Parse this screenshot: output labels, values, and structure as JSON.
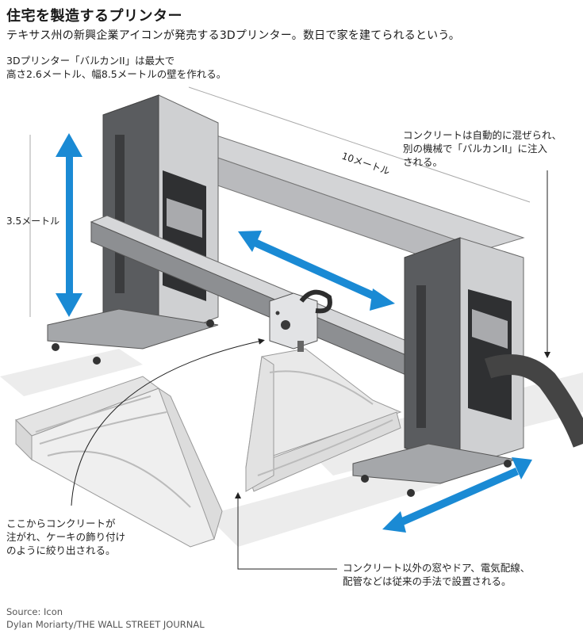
{
  "title": "住宅を製造するプリンター",
  "subtitle": "テキサス州の新興企業アイコンが発売する3Dプリンター。数日で家を建てられるという。",
  "notes": {
    "spec": [
      "3Dプリンター「バルカンII」は最大で",
      "高さ2.6メートル、幅8.5メートルの壁を作れる。"
    ],
    "concrete_mix": [
      "コンクリートは自動的に混ぜられ、",
      "別の機械で「バルカンII」に注入",
      "される。"
    ],
    "nozzle": [
      "ここからコンクリートが",
      "注がれ、ケーキの飾り付け",
      "のように絞り出される。"
    ],
    "other_work": [
      "コンクリート以外の窓やドア、電気配線、",
      "配管などは従来の手法で設置される。"
    ]
  },
  "dimensions": {
    "height": "3.5メートル",
    "length": "10メートル"
  },
  "source": {
    "line1": "Source: Icon",
    "line2": "Dylan Moriarty/THE WALL STREET JOURNAL"
  },
  "colors": {
    "arrow": "#1a8ad4",
    "dark_gray": "#55575a",
    "light_gray": "#cfd0d2",
    "frame": "#9fa1a4"
  }
}
